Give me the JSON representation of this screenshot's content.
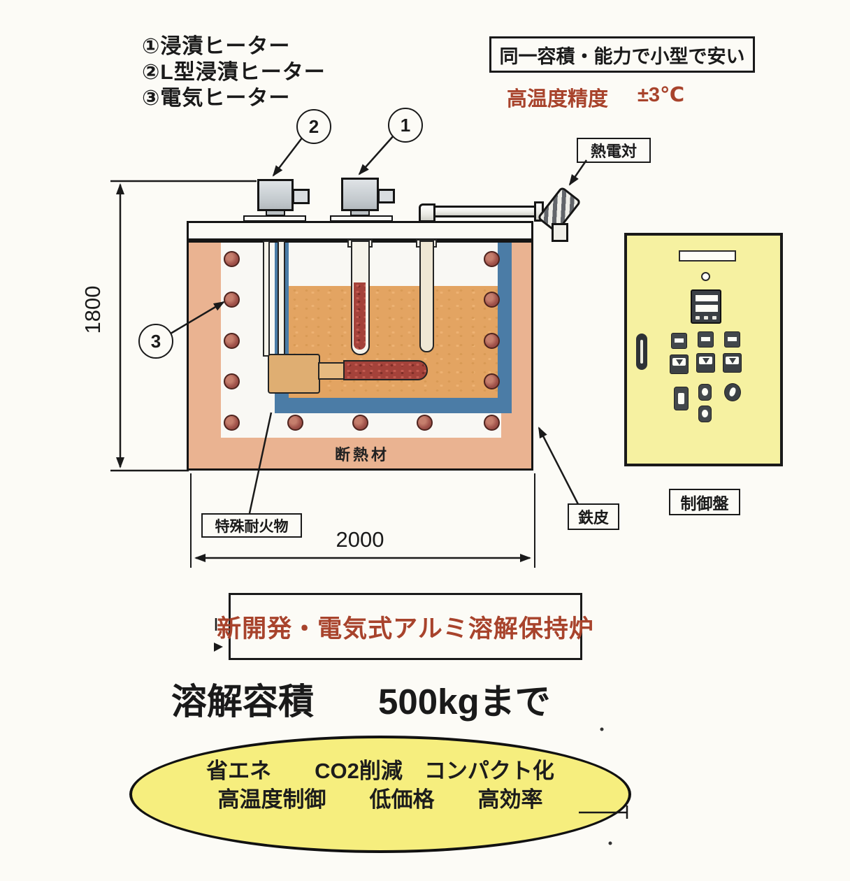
{
  "legend": {
    "items": [
      "①浸漬ヒーター",
      "②L型浸漬ヒーター",
      "③電気ヒーター"
    ]
  },
  "feature_box": {
    "text": "同一容積・能力で小型で安い"
  },
  "accuracy": {
    "label": "高温度精度",
    "value": "±3℃"
  },
  "thermocouple": {
    "label": "熱電対"
  },
  "callouts": {
    "one": "1",
    "two": "2",
    "three": "3"
  },
  "dimensions": {
    "height": "1800",
    "width": "2000"
  },
  "furnace_labels": {
    "insulation": "断熱材",
    "refractory": "特殊耐火物",
    "shell": "鉄皮"
  },
  "control_panel": {
    "label": "制御盤"
  },
  "title_box": {
    "text": "新開発・電気式アルミ溶解保持炉"
  },
  "capacity": {
    "label": "溶解容積",
    "value": "500kgまで"
  },
  "benefits": {
    "line1": "省エネ　　CO2削減　コンパクト化",
    "line2": "高温度制御　　低価格　　高効率"
  },
  "colors": {
    "accent_red": "#a8432c",
    "insulation_salmon": "#eab391",
    "crucible_blue": "#4b7ca6",
    "melt_orange": "#e3a462",
    "heater_red": "#a4423a",
    "panel_yellow": "#f6f1a1",
    "ellipse_yellow": "#f6ee7e"
  }
}
